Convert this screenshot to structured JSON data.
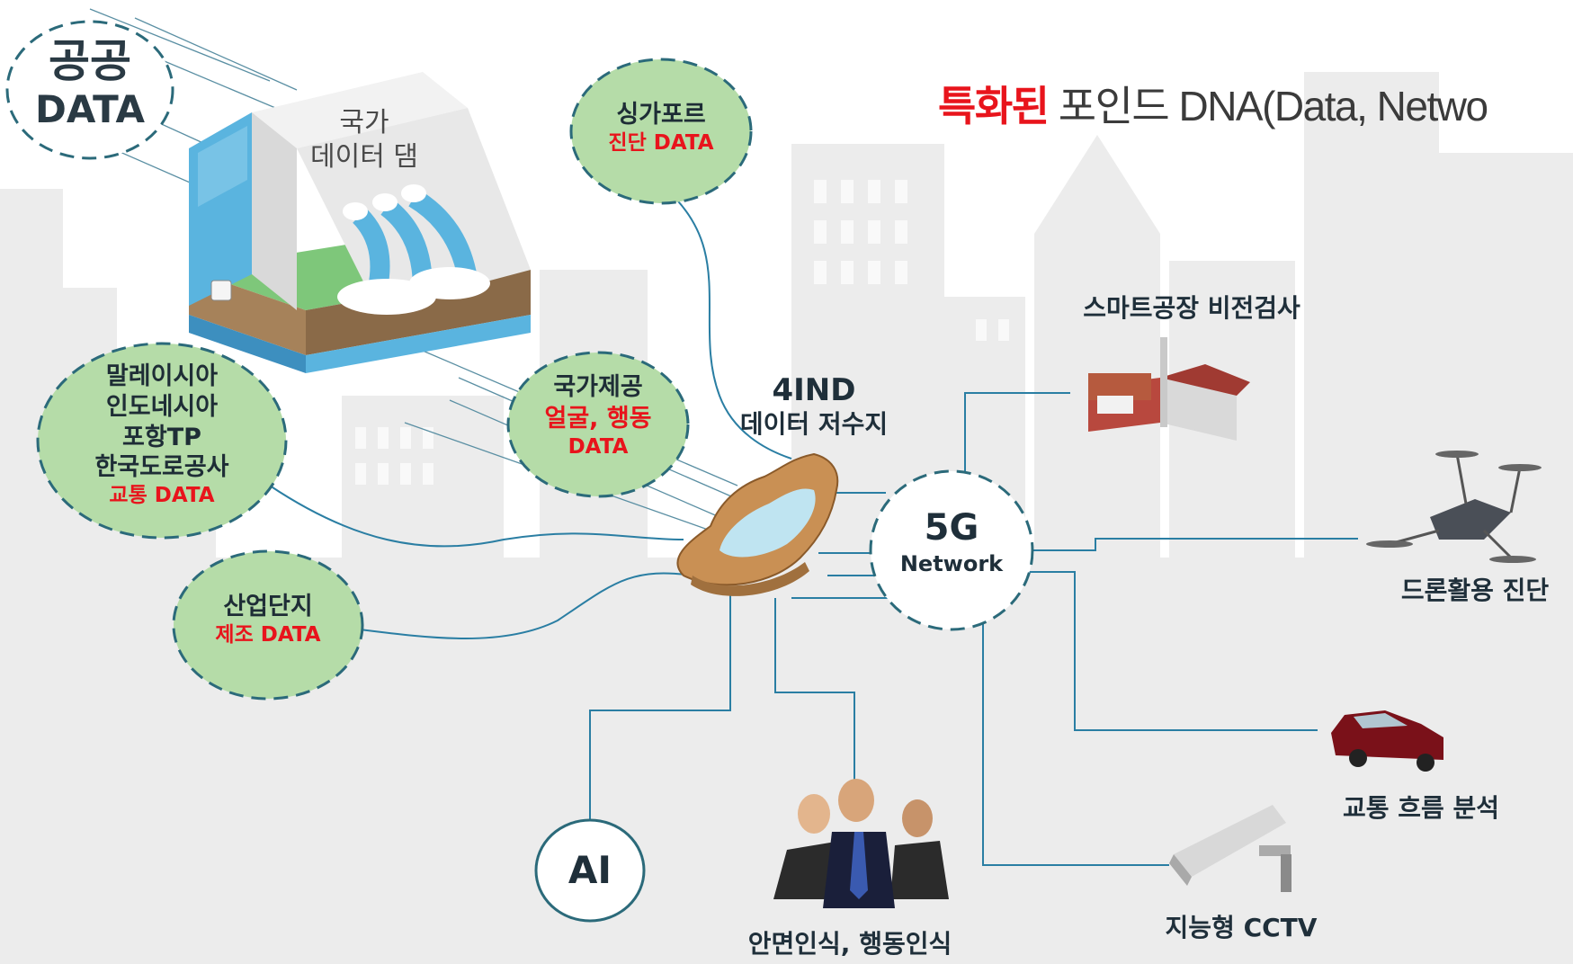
{
  "title": {
    "highlight": "특화된",
    "rest": "포인드 DNA(Data, Netwo"
  },
  "public_data": {
    "line1": "공공",
    "line2": "DATA"
  },
  "dam": {
    "line1": "국가",
    "line2": "데이터 댐"
  },
  "bubbles": {
    "singapore": {
      "line1": "싱가포르",
      "line2": "진단 DATA"
    },
    "national": {
      "line1": "국가제공",
      "line2": "얼굴, 행동",
      "line3": "DATA"
    },
    "traffic": {
      "line1": "말레이시아",
      "line2": "인도네시아",
      "line3": "포항TP",
      "line4": "한국도로공사",
      "line5": "교통 DATA"
    },
    "industrial": {
      "line1": "산업단지",
      "line2": "제조 DATA"
    }
  },
  "reservoir": {
    "line1": "4IND",
    "line2": "데이터 저수지"
  },
  "network": {
    "line1": "5G",
    "line2": "Network"
  },
  "ai": "AI",
  "applications": {
    "factory": "스마트공장 비전검사",
    "drone": "드론활용 진단",
    "traffic_flow": "교통 흐름 분석",
    "cctv": "지능형 CCTV",
    "face": "안면인식, 행동인식"
  },
  "colors": {
    "bubble_fill": "#b5dca8",
    "bubble_border": "#2b6a7a",
    "line": "#2a7ea3",
    "accent_red": "#e8141c",
    "water": "#5ab4df"
  }
}
